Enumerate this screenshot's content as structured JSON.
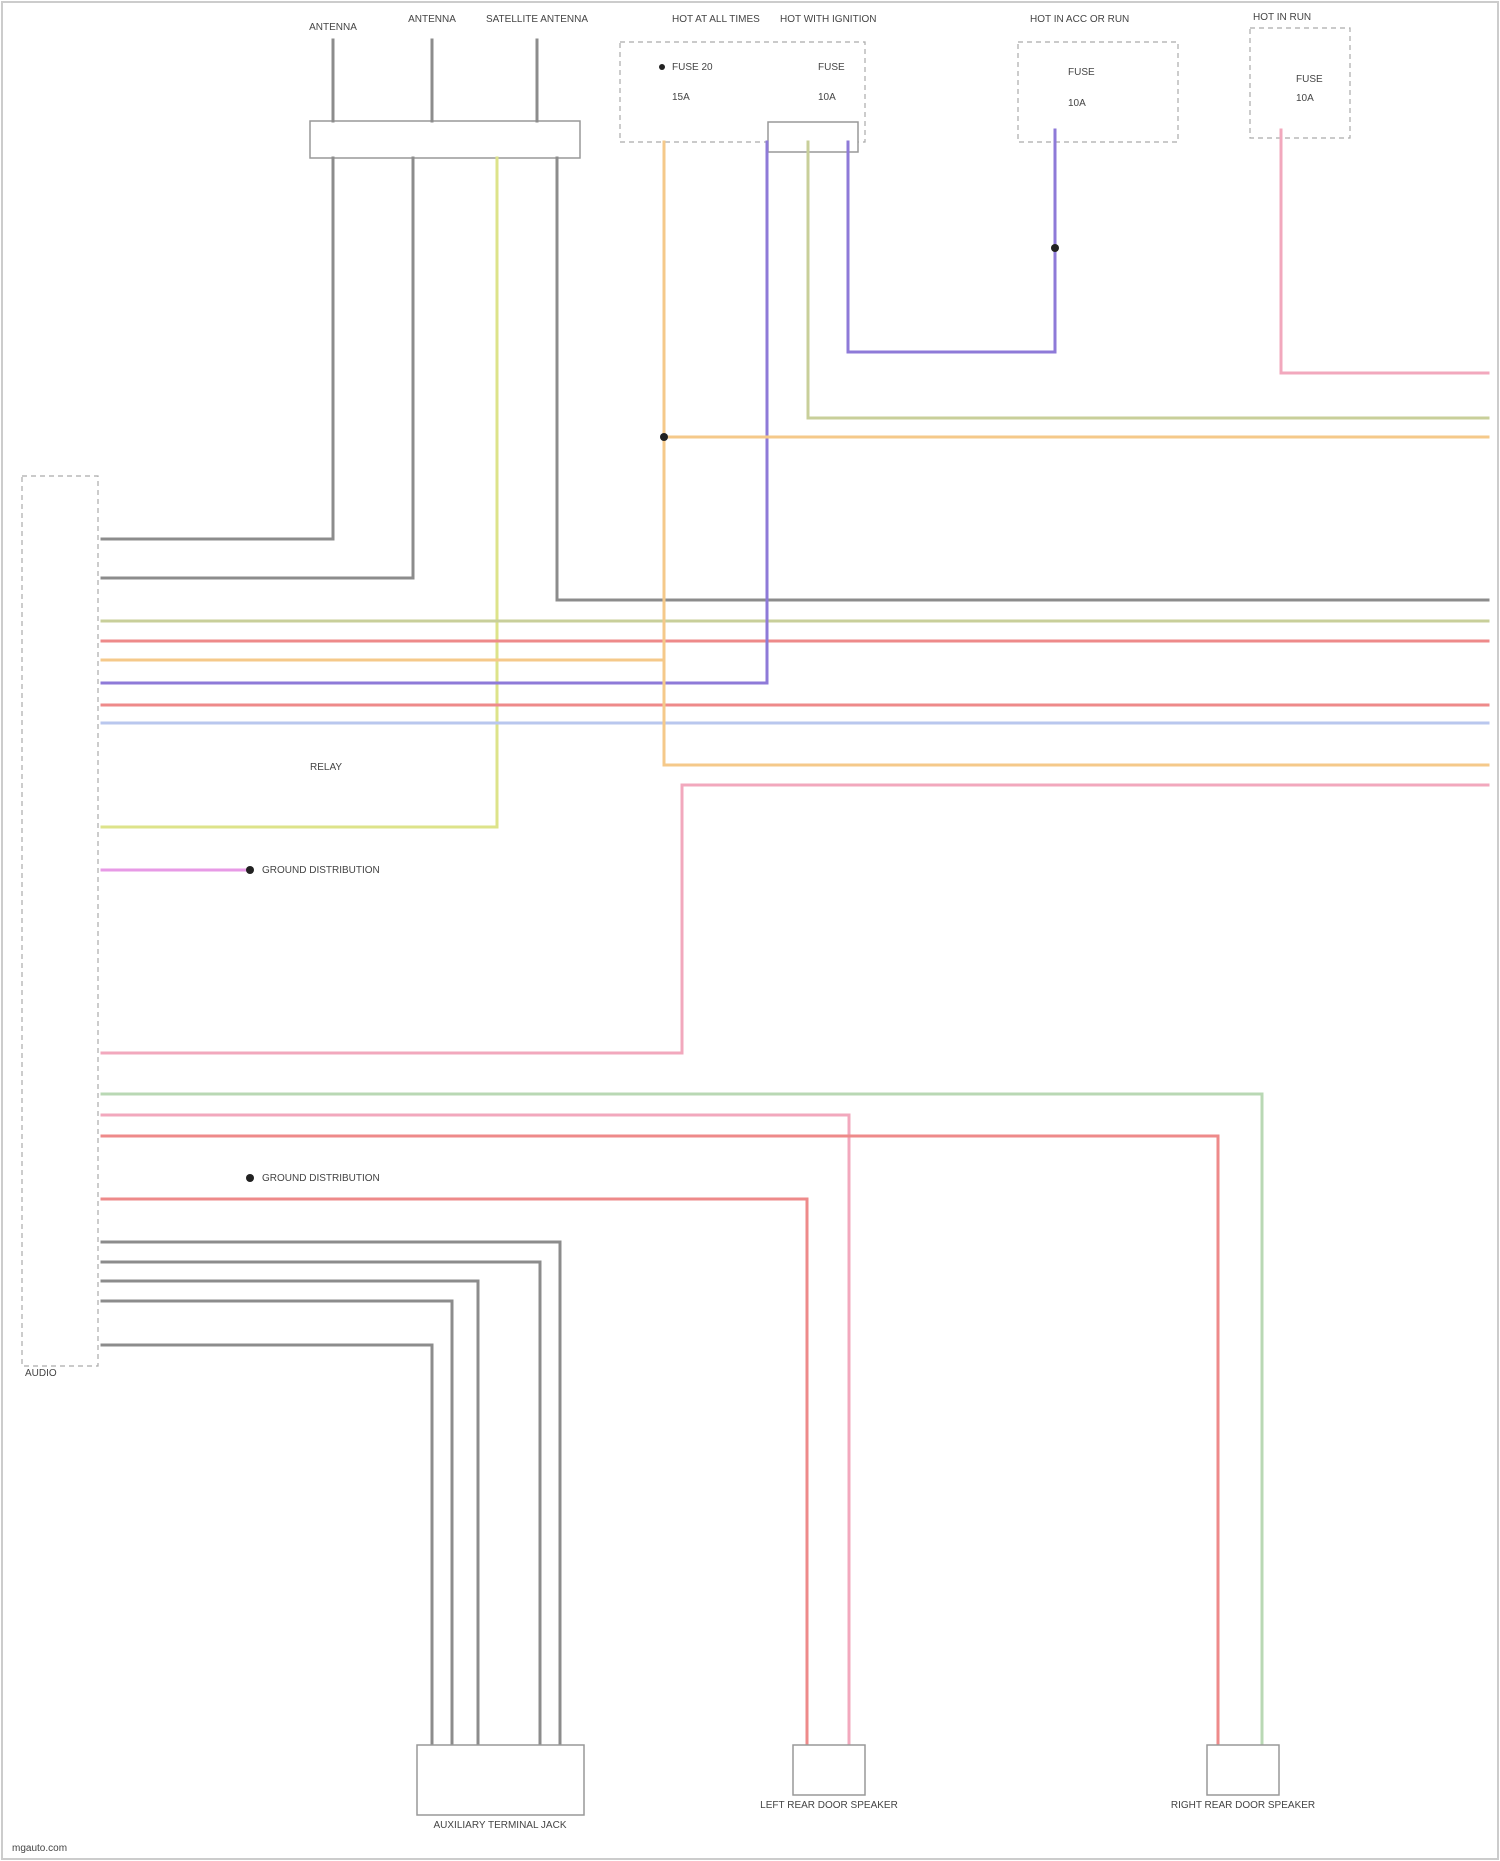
{
  "diagram": {
    "radio_label": "AUDIO",
    "top_left_labels": [
      "ANTENNA",
      "ANTENNA",
      "SATELLITE ANTENNA"
    ],
    "fuse_boxes": [
      {
        "title": "HOT AT ALL TIMES",
        "lines": [
          "FUSE 20",
          "15A"
        ]
      },
      {
        "title": "HOT WITH IGNITION",
        "lines": [
          "FUSE",
          "10A"
        ]
      },
      {
        "title": "HOT IN ACC OR RUN",
        "lines": [
          "FUSE",
          "10A"
        ]
      },
      {
        "title": "HOT IN RUN",
        "lines": [
          "FUSE",
          "10A"
        ]
      }
    ],
    "ground_note": "GROUND DISTRIBUTION",
    "radio_inline_label": "RELAY",
    "bottom_labels": [
      "AUXILIARY TERMINAL JACK",
      "LEFT REAR DOOR SPEAKER",
      "RIGHT REAR DOOR SPEAKER"
    ],
    "watermark": "mgauto.com"
  },
  "colors": {
    "gray": "#8c8c8c",
    "orange": "#f5c98a",
    "purple": "#8e7ad8",
    "olive": "#c8cf9a",
    "pink": "#f2a8bd",
    "red": "#ee8a8a",
    "lightblue": "#b9c7ee",
    "yellowgreen": "#dde38a",
    "magenta": "#e79ae6",
    "green": "#b9d8b4"
  }
}
